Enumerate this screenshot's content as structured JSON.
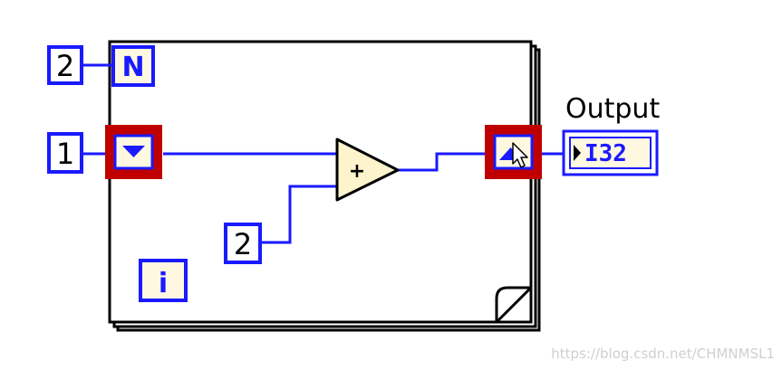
{
  "loop": {
    "count_constant": "2",
    "count_terminal": "N",
    "iteration_terminal": "i"
  },
  "shift_register": {
    "initial_constant": "1"
  },
  "add_node": {
    "operator": "+",
    "constant": "2"
  },
  "output": {
    "label": "Output",
    "indicator": "I32"
  },
  "watermark": "https://blog.csdn.net/CHMNMSL1",
  "colors": {
    "wire": "#1a1aff",
    "terminal_fill": "#fff8e1",
    "operator_fill": "#fdf3cc",
    "highlight": "#c00000",
    "frame": "#000000"
  },
  "icons": {
    "shift_left": "down-triangle",
    "shift_right": "up-triangle-with-cursor",
    "indicator": "right-arrow"
  }
}
